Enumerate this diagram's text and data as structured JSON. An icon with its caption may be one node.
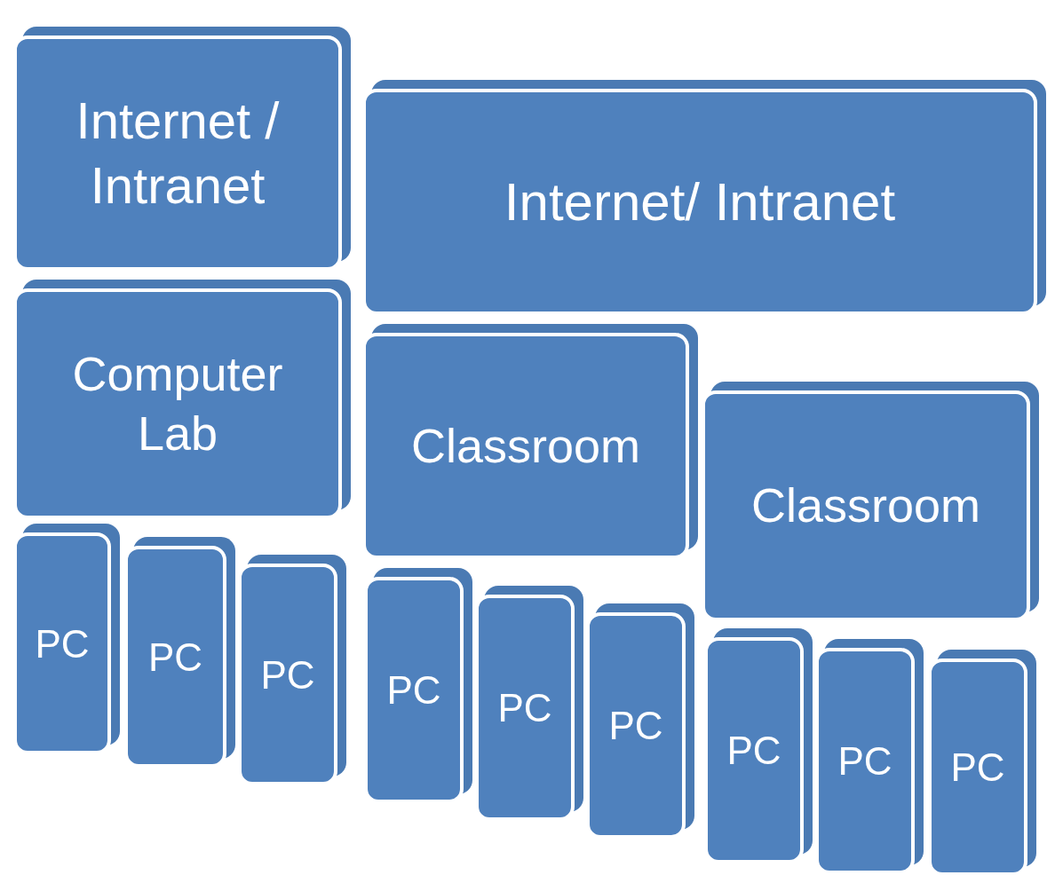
{
  "diagram": {
    "nodes": [
      {
        "text": [
          "Internet / Intranet"
        ]
      },
      {
        "text": [
          "Computer Lab"
        ]
      },
      {
        "text": [
          "PC"
        ]
      },
      {
        "text": [
          "PC"
        ]
      },
      {
        "text": [
          "PC"
        ]
      },
      {
        "text": [
          "Internet/ Intranet"
        ]
      },
      {
        "text": [
          "Classroom"
        ]
      },
      {
        "text": [
          "Classroom"
        ]
      },
      {
        "text": [
          "PC"
        ]
      },
      {
        "text": [
          "PC"
        ]
      },
      {
        "text": [
          "PC"
        ]
      },
      {
        "text": [
          "PC"
        ]
      },
      {
        "text": [
          "PC"
        ]
      },
      {
        "text": [
          "PC"
        ]
      }
    ]
  }
}
